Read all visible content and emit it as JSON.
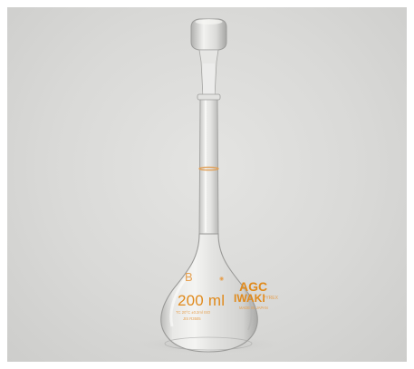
{
  "photo": {
    "subject": "volumetric-flask",
    "colors": {
      "background": "#d9d9d7",
      "glass_edge": "#9a9a98",
      "graduation_print": "#e08a1c"
    }
  },
  "flask_markings": {
    "grade": "B",
    "volume": "200 ml",
    "brand": "AGC",
    "maker": "IWAKI",
    "maker_suffix": "PYREX",
    "spec_line": "TC 20°C ±0.2ml ISO",
    "made_in": "MADE IN JAPAN",
    "certificate": "JIS R3505"
  }
}
